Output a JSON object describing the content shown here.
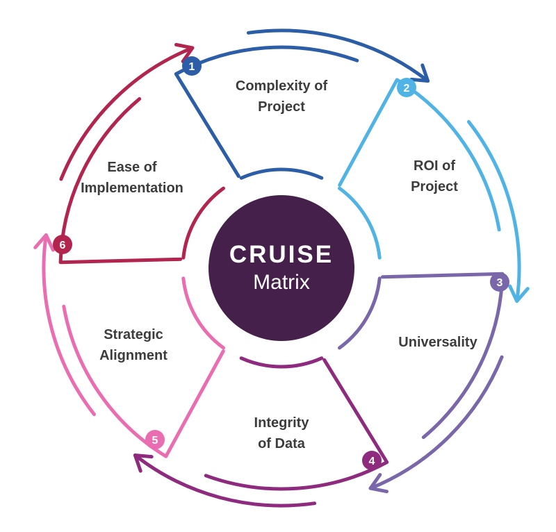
{
  "center": {
    "title": "CRUISE",
    "subtitle": "Matrix",
    "color": "#44204a"
  },
  "segments": [
    {
      "number": "1",
      "line1": "Complexity of",
      "line2": "Project",
      "color": "#2b5ea7",
      "icon": "arrow-head-icon"
    },
    {
      "number": "2",
      "line1": "ROI of",
      "line2": "Project",
      "color": "#4fb3e6",
      "icon": "arrow-head-icon"
    },
    {
      "number": "3",
      "line1": "Universality",
      "line2": "",
      "color": "#7a67aa",
      "icon": "arrow-head-icon"
    },
    {
      "number": "4",
      "line1": "Integrity",
      "line2": "of Data",
      "color": "#8f2b7f",
      "icon": "arrow-head-icon"
    },
    {
      "number": "5",
      "line1": "Strategic",
      "line2": "Alignment",
      "color": "#ea6db2",
      "icon": "arrow-head-icon"
    },
    {
      "number": "6",
      "line1": "Ease of",
      "line2": "Implementation",
      "color": "#b2254f",
      "icon": "arrow-head-icon"
    }
  ]
}
